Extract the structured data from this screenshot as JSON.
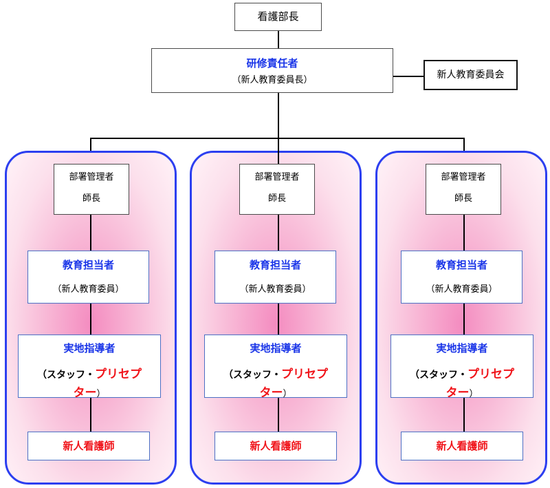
{
  "head": "看護部長",
  "trainer": {
    "title": "研修責任者",
    "subtitle": "（新人教育委員長）"
  },
  "committee": "新人教育委員会",
  "columns": [
    {
      "manager": {
        "line1": "部署管理者",
        "line2": "師長"
      },
      "educator": {
        "title": "教育担当者",
        "subtitle": "（新人教育委員）"
      },
      "supervisor": {
        "title": "実地指導者",
        "staff_prefix": "（スタッフ・",
        "preceptor_part1": "プリセプ",
        "preceptor_part2": "ター",
        "suffix": "）"
      },
      "nurse": "新人看護師"
    },
    {
      "manager": {
        "line1": "部署管理者",
        "line2": "師長"
      },
      "educator": {
        "title": "教育担当者",
        "subtitle": "（新人教育委員）"
      },
      "supervisor": {
        "title": "実地指導者",
        "staff_prefix": "（スタッフ・",
        "preceptor_part1": "プリセプ",
        "preceptor_part2": "ター",
        "suffix": "）"
      },
      "nurse": "新人看護師"
    },
    {
      "manager": {
        "line1": "部署管理者",
        "line2": "師長"
      },
      "educator": {
        "title": "教育担当者",
        "subtitle": "（新人教育委員）"
      },
      "supervisor": {
        "title": "実地指導者",
        "staff_prefix": "（スタッフ・",
        "preceptor_part1": "プリセプ",
        "preceptor_part2": "ター",
        "suffix": "）"
      },
      "nurse": "新人看護師"
    }
  ],
  "colors": {
    "panel_border": "#2c3ff0",
    "panel_fill": "#f8b8d6",
    "title_blue": "#1a35e8",
    "accent_red": "#f0141a"
  }
}
